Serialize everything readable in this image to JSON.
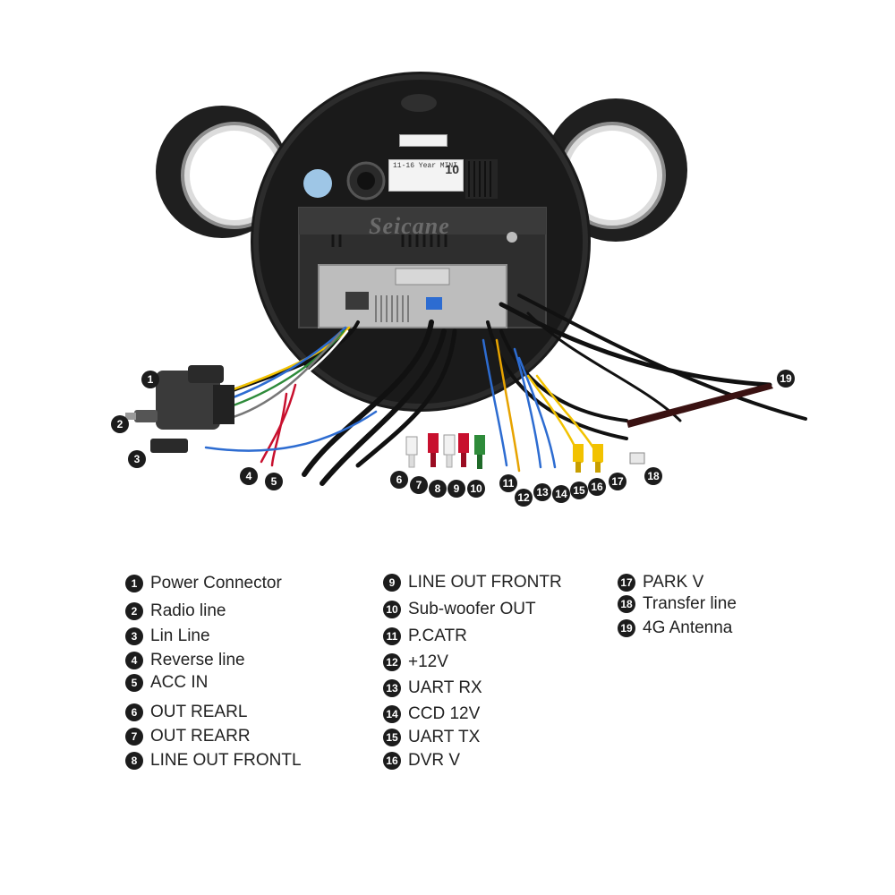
{
  "device": {
    "brand_text": "Seicane",
    "sticker_line1": "11-16 Year MINI",
    "sticker_code": "10"
  },
  "callouts": [
    {
      "id": "1",
      "name": "callout-1"
    },
    {
      "id": "2",
      "name": "callout-2"
    },
    {
      "id": "3",
      "name": "callout-3"
    },
    {
      "id": "4",
      "name": "callout-4"
    },
    {
      "id": "5",
      "name": "callout-5"
    },
    {
      "id": "6",
      "name": "callout-6"
    },
    {
      "id": "7",
      "name": "callout-7"
    },
    {
      "id": "8",
      "name": "callout-8"
    },
    {
      "id": "9",
      "name": "callout-9"
    },
    {
      "id": "10",
      "name": "callout-10"
    },
    {
      "id": "11",
      "name": "callout-11"
    },
    {
      "id": "12",
      "name": "callout-12"
    },
    {
      "id": "13",
      "name": "callout-13"
    },
    {
      "id": "14",
      "name": "callout-14"
    },
    {
      "id": "15",
      "name": "callout-15"
    },
    {
      "id": "16",
      "name": "callout-16"
    },
    {
      "id": "17",
      "name": "callout-17"
    },
    {
      "id": "18",
      "name": "callout-18"
    },
    {
      "id": "19",
      "name": "callout-19"
    }
  ],
  "legend": [
    {
      "num": "1",
      "label": "Power Connector"
    },
    {
      "num": "2",
      "label": "Radio line"
    },
    {
      "num": "3",
      "label": "Lin Line"
    },
    {
      "num": "4",
      "label": "Reverse line"
    },
    {
      "num": "5",
      "label": "ACC IN"
    },
    {
      "num": "6",
      "label": "OUT REARL"
    },
    {
      "num": "7",
      "label": "OUT REARR"
    },
    {
      "num": "8",
      "label": "LINE OUT FRONTL"
    },
    {
      "num": "9",
      "label": "LINE OUT FRONTR"
    },
    {
      "num": "10",
      "label": "Sub-woofer OUT"
    },
    {
      "num": "11",
      "label": "P.CATR"
    },
    {
      "num": "12",
      "label": "+12V"
    },
    {
      "num": "13",
      "label": "UART RX"
    },
    {
      "num": "14",
      "label": "CCD 12V"
    },
    {
      "num": "15",
      "label": "UART TX"
    },
    {
      "num": "16",
      "label": "DVR V"
    },
    {
      "num": "17",
      "label": "PARK V"
    },
    {
      "num": "18",
      "label": "Transfer line"
    },
    {
      "num": "19",
      "label": "4G Antenna"
    }
  ],
  "colors": {
    "body": "#1a1a1a",
    "ring": "#d8d8d8",
    "chassis": "#b9b9b9",
    "rca_white": "#f2f2f2",
    "rca_red": "#c8102e",
    "rca_green": "#2e8b3a",
    "rca_yellow": "#f2c200",
    "wire_blue": "#2d6cd1",
    "wire_orange": "#e7a300"
  }
}
